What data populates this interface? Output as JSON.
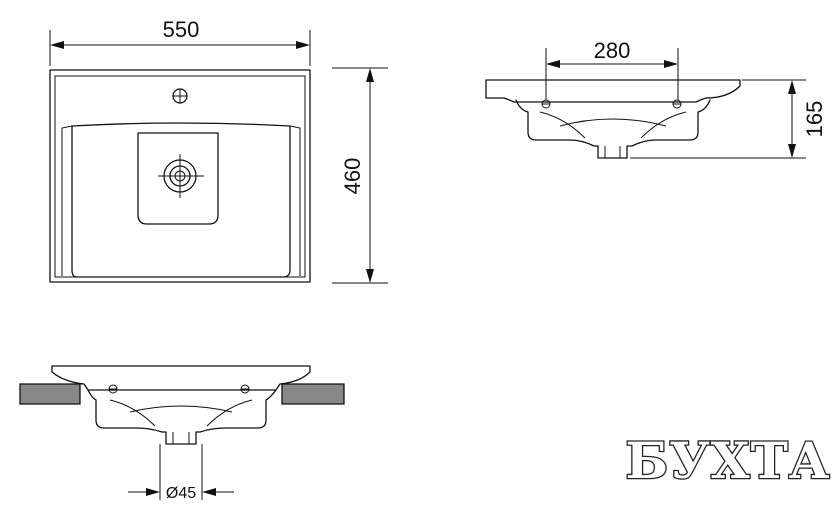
{
  "dimensions": {
    "top_width": "550",
    "top_depth": "460",
    "side_width": "280",
    "side_height": "165",
    "drain_diameter": "Ø45"
  },
  "brand": {
    "logo_text": "БУХТА"
  }
}
